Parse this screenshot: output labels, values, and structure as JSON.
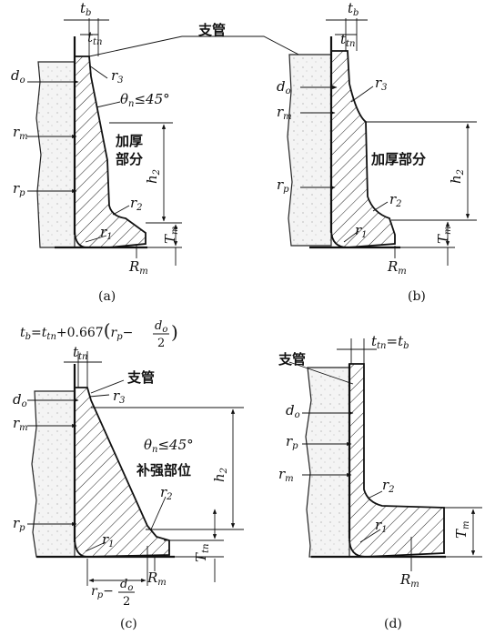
{
  "figure": {
    "callout_branch": "支管",
    "panels": [
      {
        "caption": "(a)",
        "t_b": "t",
        "t_b_sub": "b",
        "t_tn": "t",
        "t_tn_sub": "tn",
        "d_o": "d",
        "d_o_sub": "o",
        "r3": "r",
        "r3_sub": "3",
        "theta": "θ",
        "theta_sub": "n",
        "theta_text": "≤45°",
        "r_m": "r",
        "r_m_sub": "m",
        "thick_line1": "加厚",
        "thick_line2": "部分",
        "h2": "h",
        "h2_sub": "2",
        "r_p": "r",
        "r_p_sub": "p",
        "r2": "r",
        "r2_sub": "2",
        "r1": "r",
        "r1_sub": "1",
        "T_m": "T",
        "T_m_sub": "m",
        "R_m": "R",
        "R_m_sub": "m"
      },
      {
        "caption": "(b)",
        "t_b": "t",
        "t_b_sub": "b",
        "t_tn": "t",
        "t_tn_sub": "tn",
        "d_o": "d",
        "d_o_sub": "o",
        "r3": "r",
        "r3_sub": "3",
        "r_m": "r",
        "r_m_sub": "m",
        "thick_text": "加厚部分",
        "h2": "h",
        "h2_sub": "2",
        "r_p": "r",
        "r_p_sub": "p",
        "r2": "r",
        "r2_sub": "2",
        "r1": "r",
        "r1_sub": "1",
        "T_m": "T",
        "T_m_sub": "m",
        "R_m": "R",
        "R_m_sub": "m"
      },
      {
        "caption": "(c)",
        "formula_lhs": "t",
        "formula_lhs_sub": "b",
        "formula_eq": "=",
        "formula_t": "t",
        "formula_t_sub": "tn",
        "formula_rest": "+0.667",
        "formula_paren_open": "(",
        "formula_rp": "r",
        "formula_rp_sub": "p",
        "formula_minus": "−",
        "formula_frac_num": "d",
        "formula_frac_num_sub": "o",
        "formula_frac_den": "2",
        "formula_paren_close": ")",
        "t_tn": "t",
        "t_tn_sub": "tn",
        "branch": "支管",
        "d_o": "d",
        "d_o_sub": "o",
        "r3": "r",
        "r3_sub": "3",
        "r_m": "r",
        "r_m_sub": "m",
        "theta": "θ",
        "theta_sub": "n",
        "theta_text": "≤45°",
        "reinf_text": "补强部位",
        "h2": "h",
        "h2_sub": "2",
        "r2": "r",
        "r2_sub": "2",
        "r_p": "r",
        "r_p_sub": "p",
        "r1": "r",
        "r1_sub": "1",
        "T_tn": "T",
        "T_tn_sub": "tn",
        "bottom_rp": "r",
        "bottom_rp_sub": "p",
        "bottom_minus": "−",
        "bottom_frac_num": "d",
        "bottom_frac_num_sub": "o",
        "bottom_frac_den": "2",
        "R_m": "R",
        "R_m_sub": "m"
      },
      {
        "caption": "(d)",
        "t_eq": "t",
        "t_eq_sub1": "tn",
        "t_eq_mid": "=",
        "t_eq2": "t",
        "t_eq_sub2": "b",
        "branch": "支管",
        "d_o": "d",
        "d_o_sub": "o",
        "r_p": "r",
        "r_p_sub": "p",
        "r_m": "r",
        "r_m_sub": "m",
        "r2": "r",
        "r2_sub": "2",
        "r1": "r",
        "r1_sub": "1",
        "T_m": "T",
        "T_m_sub": "m",
        "R_m": "R",
        "R_m_sub": "m"
      }
    ]
  }
}
